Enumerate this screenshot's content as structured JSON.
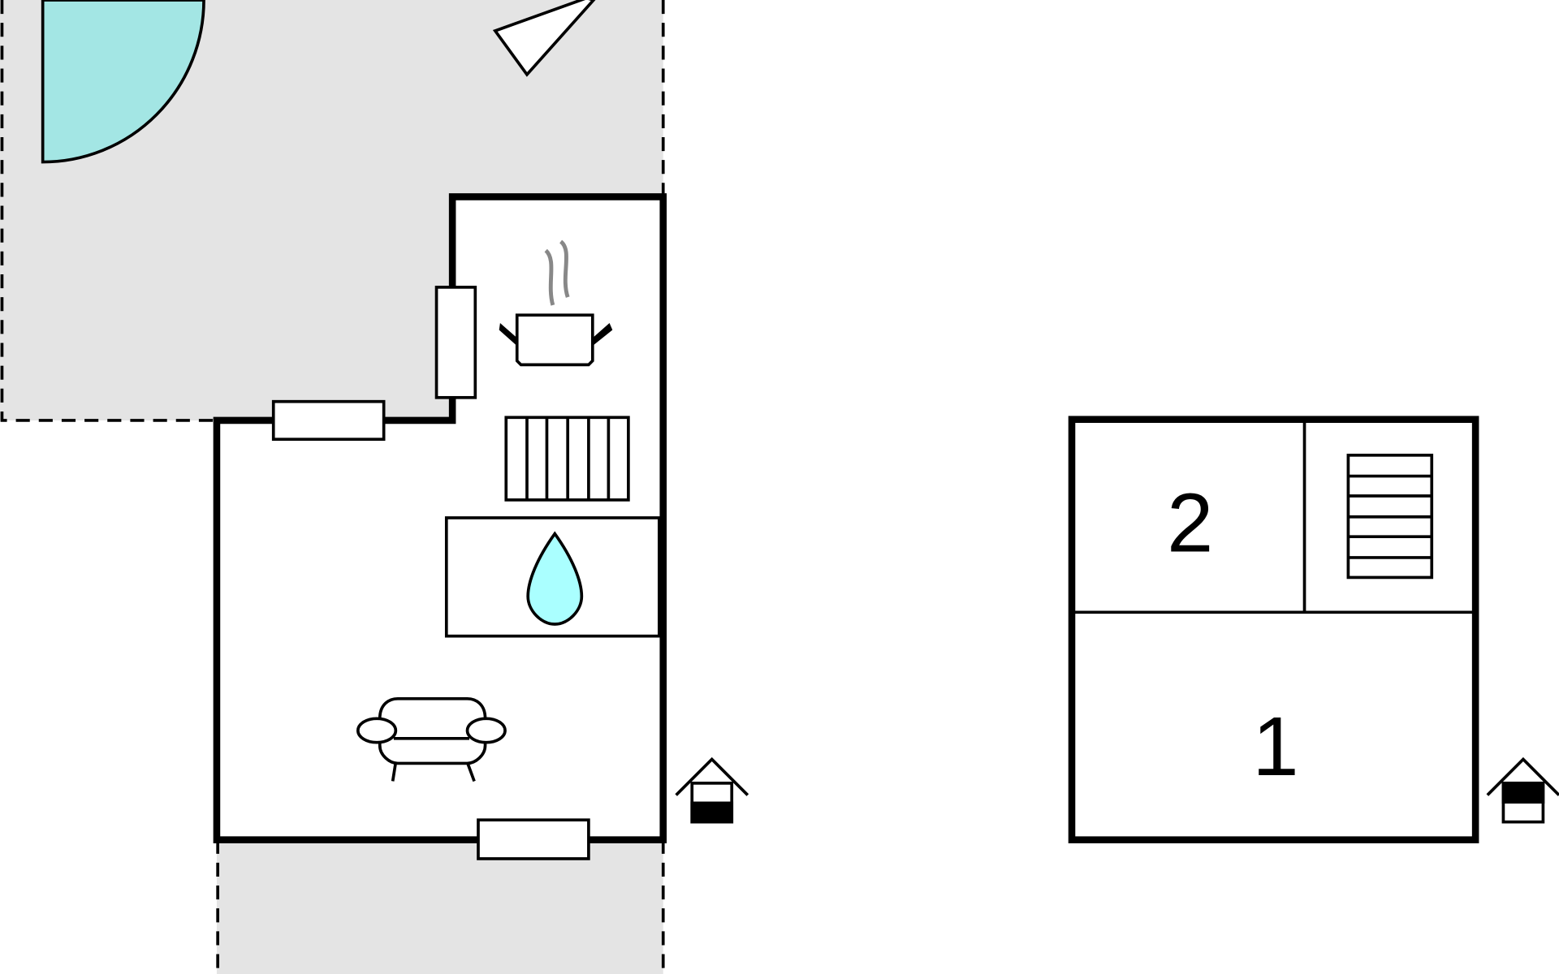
{
  "floors": [
    {
      "label": "1",
      "name": "ground-floor"
    },
    {
      "label": "2",
      "name": "upper-floor"
    }
  ],
  "colors": {
    "terrace": "#e4e4e4",
    "pool": "#a3e6e4",
    "water": "#aaffff",
    "wall": "#000000",
    "steam": "#888888"
  },
  "icons": [
    "pool-icon",
    "compass-arrow-icon",
    "cooking-pot-icon",
    "radiator-icon",
    "water-drop-icon",
    "sofa-icon",
    "entrance-icon",
    "stairs-icon"
  ]
}
